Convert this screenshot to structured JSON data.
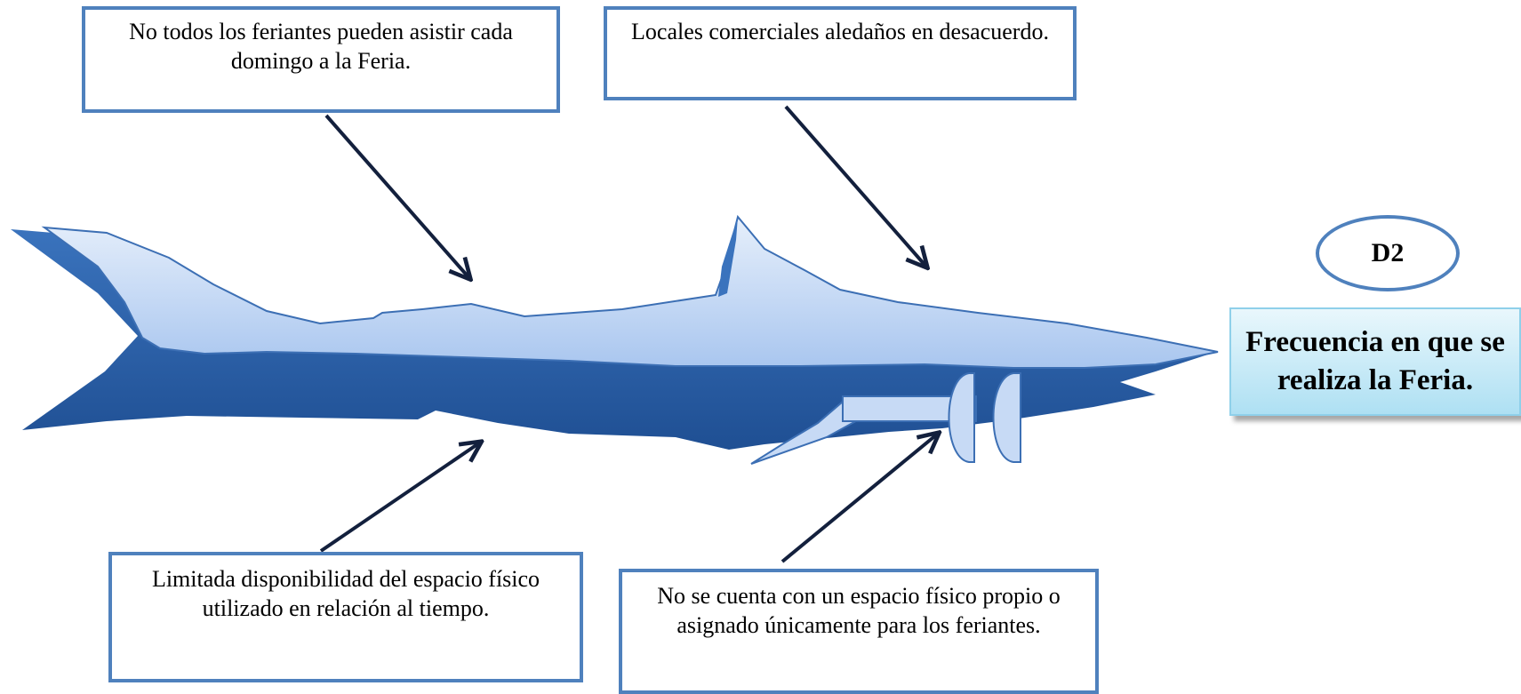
{
  "diagram_id": "D2",
  "effect": "Frecuencia en que se realiza la Feria.",
  "causes": [
    "No todos los feriantes pueden asistir cada domingo a la Feria.",
    "Locales comerciales aledaños en desacuerdo.",
    "Limitada disponibilidad del espacio físico utilizado en relación al tiempo.",
    "No se cuenta con un espacio físico propio o asignado únicamente para los feriantes."
  ],
  "colors": {
    "box_border": "#4f81bd",
    "fish_dark": "#2e64a8",
    "fish_light": "#c7daf5",
    "arrow": "#13203d",
    "effect_fill": "#aee0f3"
  }
}
